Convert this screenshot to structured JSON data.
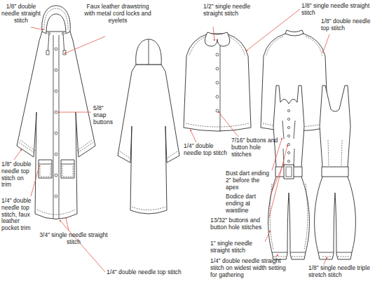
{
  "diagram": {
    "labels": [
      "1/8” double needle straight stitch",
      "Faux leather drawstring with metal cord locks and eyelets",
      "5/8” snap buttons",
      "1/8” double needle top stitch on trim",
      "1/4” double needle top stitch, faux leather pocket trim",
      "3/4” single needle straight stitch",
      "1/4” double needle top stitch",
      "1/2” single needle straight stitch",
      "1/8” single needle straight stitch",
      "1/8” double needle top stitch",
      "1/4” double needle top stitch",
      "7/16” buttons and button hole stitches",
      "Bust dart ending 2” before the apex",
      "Bodice dart ending at waistline",
      "13/32” buttons and button hole stitches",
      "1” single needle straight stitch",
      "1/4” double needle straight stitch on widest width setting for gathering",
      "1/8” single needle triple stretch stitch"
    ]
  }
}
